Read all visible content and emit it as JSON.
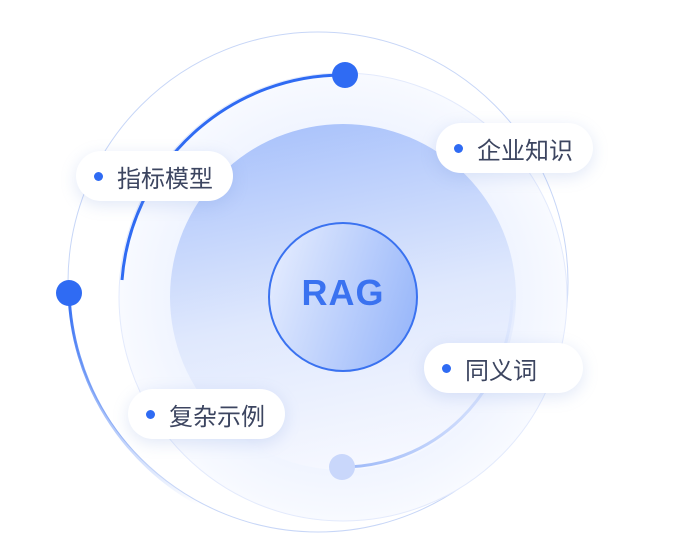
{
  "center": {
    "label": "RAG"
  },
  "nodes": [
    {
      "label": "指标模型"
    },
    {
      "label": "企业知识"
    },
    {
      "label": "同义词"
    },
    {
      "label": "复杂示例"
    }
  ],
  "colors": {
    "accent": "#2f6bf3",
    "text": "#3c4560",
    "light": "#a9c1fa"
  }
}
